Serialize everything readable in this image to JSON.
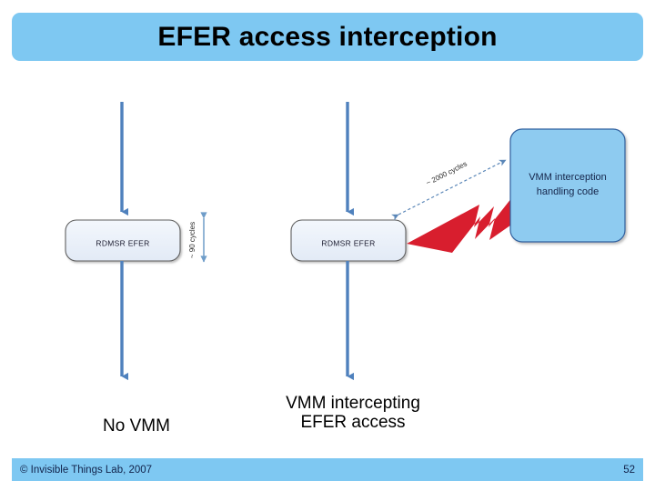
{
  "slide": {
    "title": "EFER access interception",
    "background_color": "#ffffff",
    "accent_color": "#7ec8f2"
  },
  "diagram": {
    "arrow_color": "#4f81bd",
    "bolt_color": "#d81e2e",
    "left_panel": {
      "box_label": "RDMSR EFER",
      "box_fill": "#eaf0f9",
      "box_stroke": "#5a5a5a",
      "timing_label": "~ 90 cycles"
    },
    "right_panel": {
      "box_label": "RDMSR EFER",
      "box_fill": "#eaf0f9",
      "box_stroke": "#5a5a5a",
      "timing_label": "~ 2000 cycles",
      "vmm_box_label_line1": "VMM interception",
      "vmm_box_label_line2": "handling code",
      "vmm_box_fill": "#8ecbf0",
      "vmm_box_stroke": "#2b5b9b"
    }
  },
  "captions": {
    "left": "No VMM",
    "right_line1": "VMM intercepting",
    "right_line2": "EFER access"
  },
  "footer": {
    "copyright": "© Invisible Things Lab, 2007",
    "page_number": "52"
  }
}
